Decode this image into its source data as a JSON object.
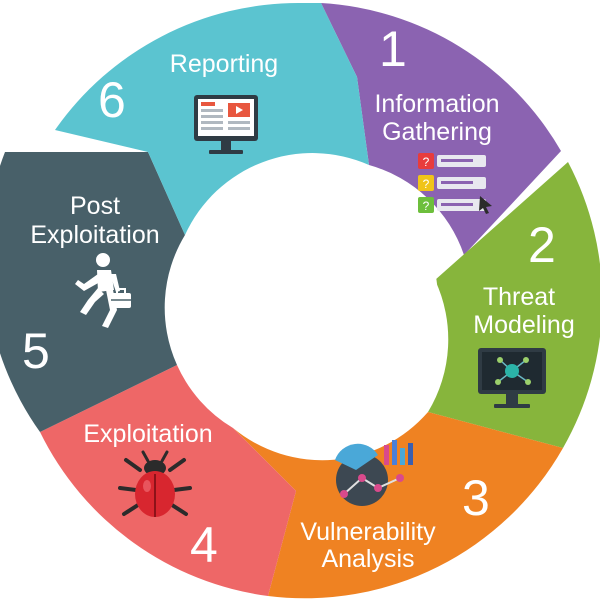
{
  "steps": [
    {
      "number": "1",
      "label_lines": [
        "Information",
        "Gathering"
      ],
      "color": "#8b63b1",
      "icon": "checklist-icon"
    },
    {
      "number": "2",
      "label_lines": [
        "Threat",
        "Modeling"
      ],
      "color": "#87b53c",
      "icon": "network-monitor-icon"
    },
    {
      "number": "3",
      "label_lines": [
        "Vulnerability",
        "Analysis"
      ],
      "color": "#ef8222",
      "icon": "analytics-chart-icon"
    },
    {
      "number": "4",
      "label_lines": [
        "Exploitation"
      ],
      "color": "#ee6767",
      "icon": "bug-icon"
    },
    {
      "number": "5",
      "label_lines": [
        "Post",
        "Exploitation"
      ],
      "color": "#486069",
      "icon": "running-person-briefcase-icon"
    },
    {
      "number": "6",
      "label_lines": [
        "Reporting"
      ],
      "color": "#5bc4d0",
      "icon": "report-monitor-icon"
    }
  ]
}
